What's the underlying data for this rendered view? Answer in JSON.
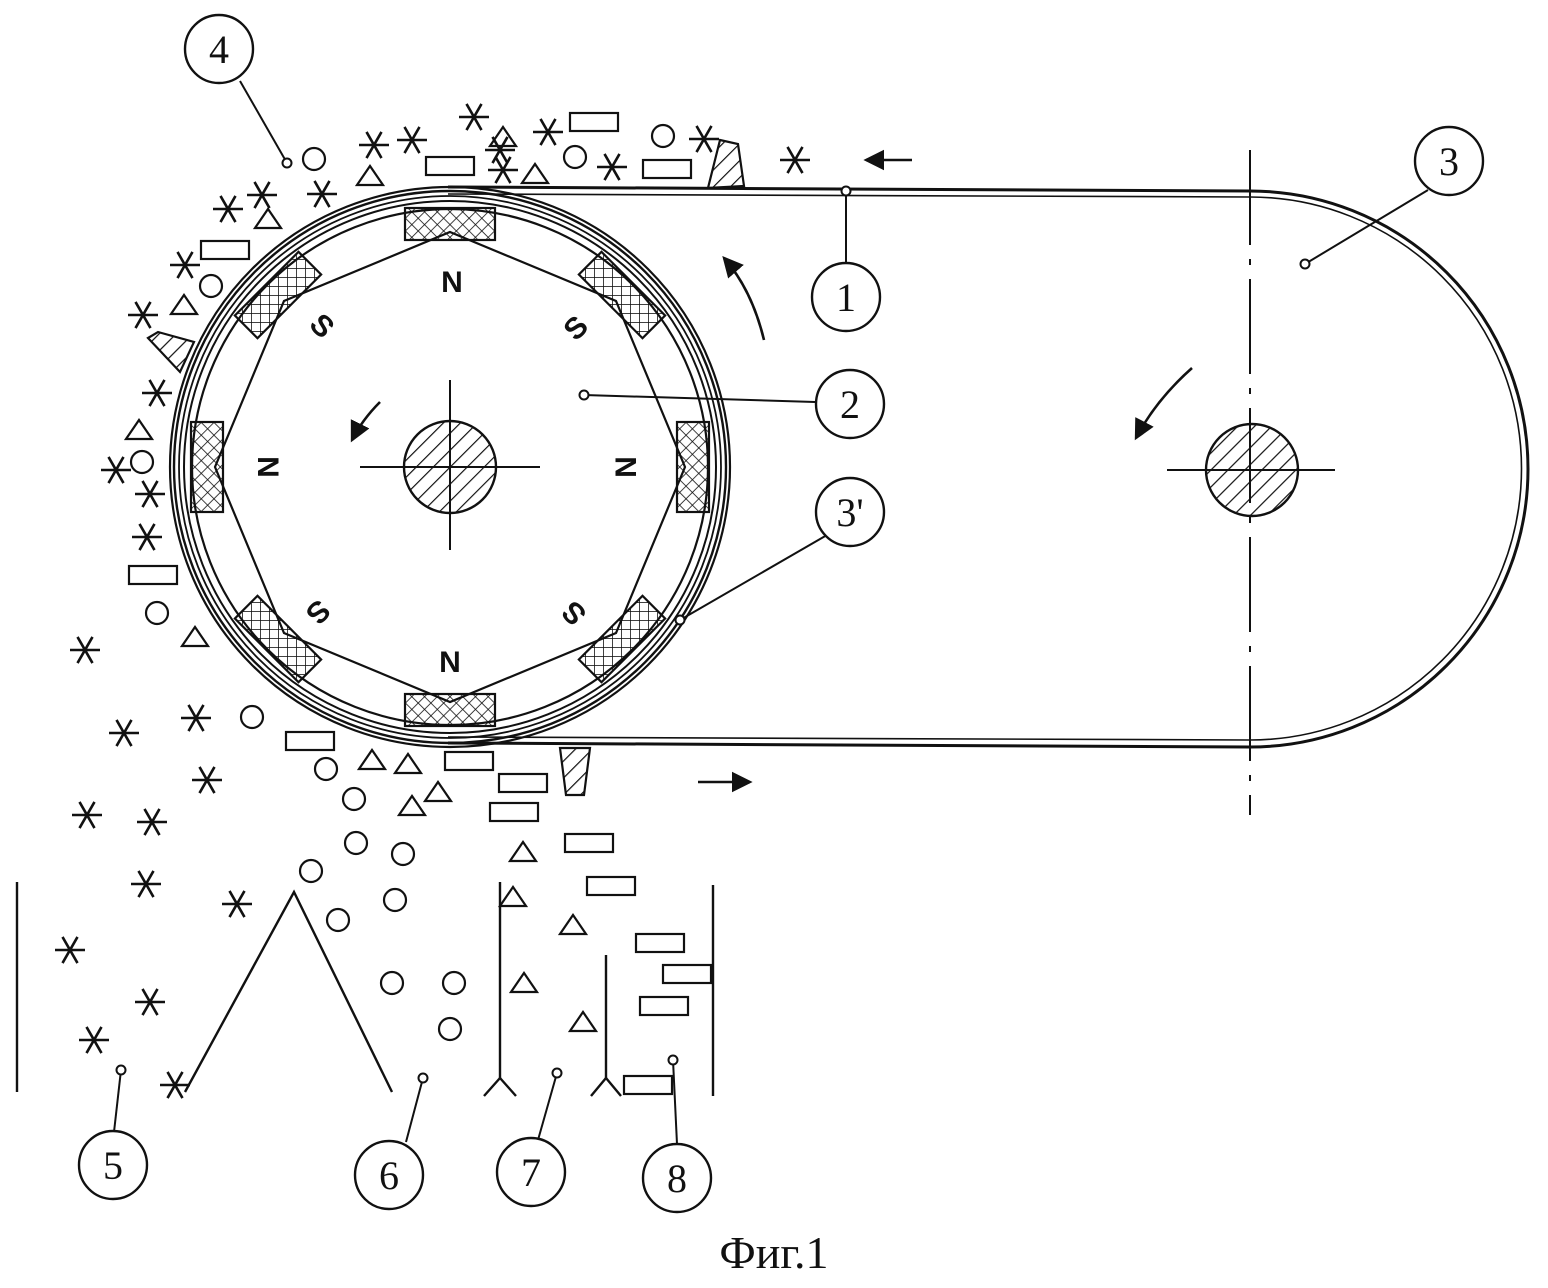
{
  "callouts": [
    {
      "id": "c1",
      "label": "1"
    },
    {
      "id": "c2",
      "label": "2"
    },
    {
      "id": "c3",
      "label": "3"
    },
    {
      "id": "c3p",
      "label": "3'"
    },
    {
      "id": "c4",
      "label": "4"
    },
    {
      "id": "c5",
      "label": "5"
    },
    {
      "id": "c6",
      "label": "6"
    },
    {
      "id": "c7",
      "label": "7"
    },
    {
      "id": "c8",
      "label": "8"
    }
  ],
  "poles": {
    "top": "N",
    "top_right": "S",
    "right": "N",
    "bottom_right": "S",
    "bottom": "N",
    "bottom_left": "S",
    "left": "N",
    "top_left": "S"
  },
  "caption": "Фиг.1",
  "colors": {
    "ink": "#111111",
    "paper": "#ffffff"
  }
}
